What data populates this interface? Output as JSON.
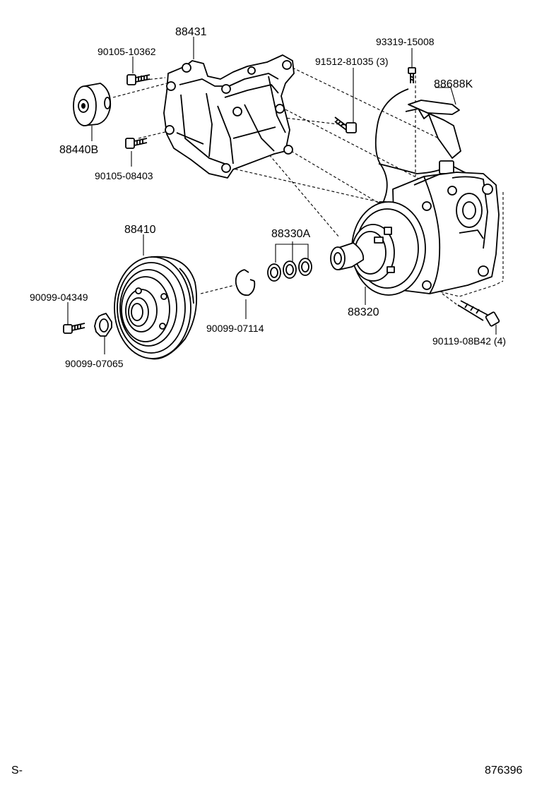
{
  "labels": {
    "p88431": "88431",
    "p90105_10362": "90105-10362",
    "p88440b": "88440B",
    "p90105_08403": "90105-08403",
    "p93319": "93319-15008",
    "p91512": "91512-81035 (3)",
    "p88688k": "88688K",
    "p88410": "88410",
    "p88330a": "88330A",
    "p88320": "88320",
    "p90099_04349": "90099-04349",
    "p90099_07114": "90099-07114",
    "p90099_07065": "90099-07065",
    "p90119": "90119-08B42 (4)"
  },
  "footer": {
    "left": "S-",
    "right": "876396"
  }
}
